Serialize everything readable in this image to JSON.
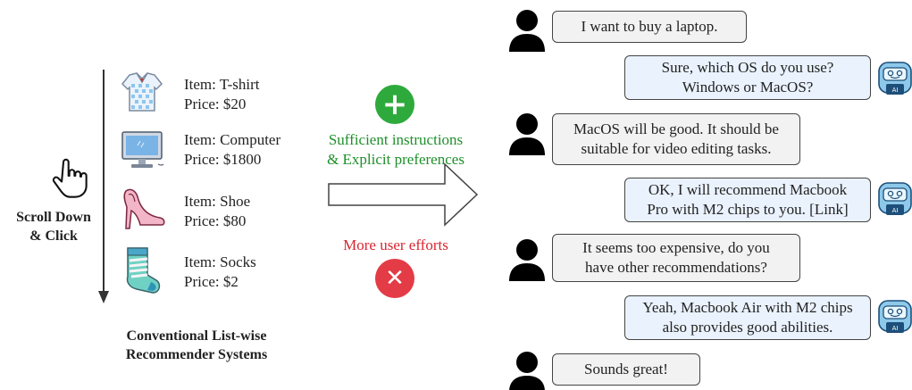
{
  "left_panel": {
    "scroll_label": [
      "Scroll Down",
      "& Click"
    ],
    "caption": [
      "Conventional List-wise",
      "Recommender Systems"
    ],
    "items": [
      {
        "icon": "tshirt-icon",
        "item": "Item: T-shirt",
        "price": "Price:  $20"
      },
      {
        "icon": "computer-icon",
        "item": "Item: Computer",
        "price": "Price:  $1800"
      },
      {
        "icon": "shoe-icon",
        "item": "Item: Shoe",
        "price": "Price:  $80"
      },
      {
        "icon": "sock-icon",
        "item": "Item: Socks",
        "price": "Price:  $2"
      }
    ]
  },
  "middle": {
    "positive": [
      "Sufficient instructions",
      "& Explicit preferences"
    ],
    "negative": "More user efforts",
    "plus_glyph": "+",
    "times_glyph": "✕",
    "colors": {
      "positive": "#2eaa3c",
      "negative": "#e33c47"
    }
  },
  "chat": [
    {
      "role": "user",
      "lines": [
        "I want to buy a laptop."
      ]
    },
    {
      "role": "ai",
      "lines": [
        "Sure, which OS do you use?",
        "Windows or MacOS?"
      ]
    },
    {
      "role": "user",
      "lines": [
        "MacOS will be good. It should be",
        "suitable for video editing tasks."
      ]
    },
    {
      "role": "ai",
      "lines": [
        "OK, I will recommend Macbook",
        "Pro with M2 chips to you. [Link]"
      ]
    },
    {
      "role": "user",
      "lines": [
        "It seems too expensive, do you",
        "have other recommendations?"
      ]
    },
    {
      "role": "ai",
      "lines": [
        "Yeah, Macbook Air with M2 chips",
        "also provides good abilities."
      ]
    },
    {
      "role": "user",
      "lines": [
        "Sounds great!"
      ]
    }
  ],
  "robot_badge": "AI"
}
